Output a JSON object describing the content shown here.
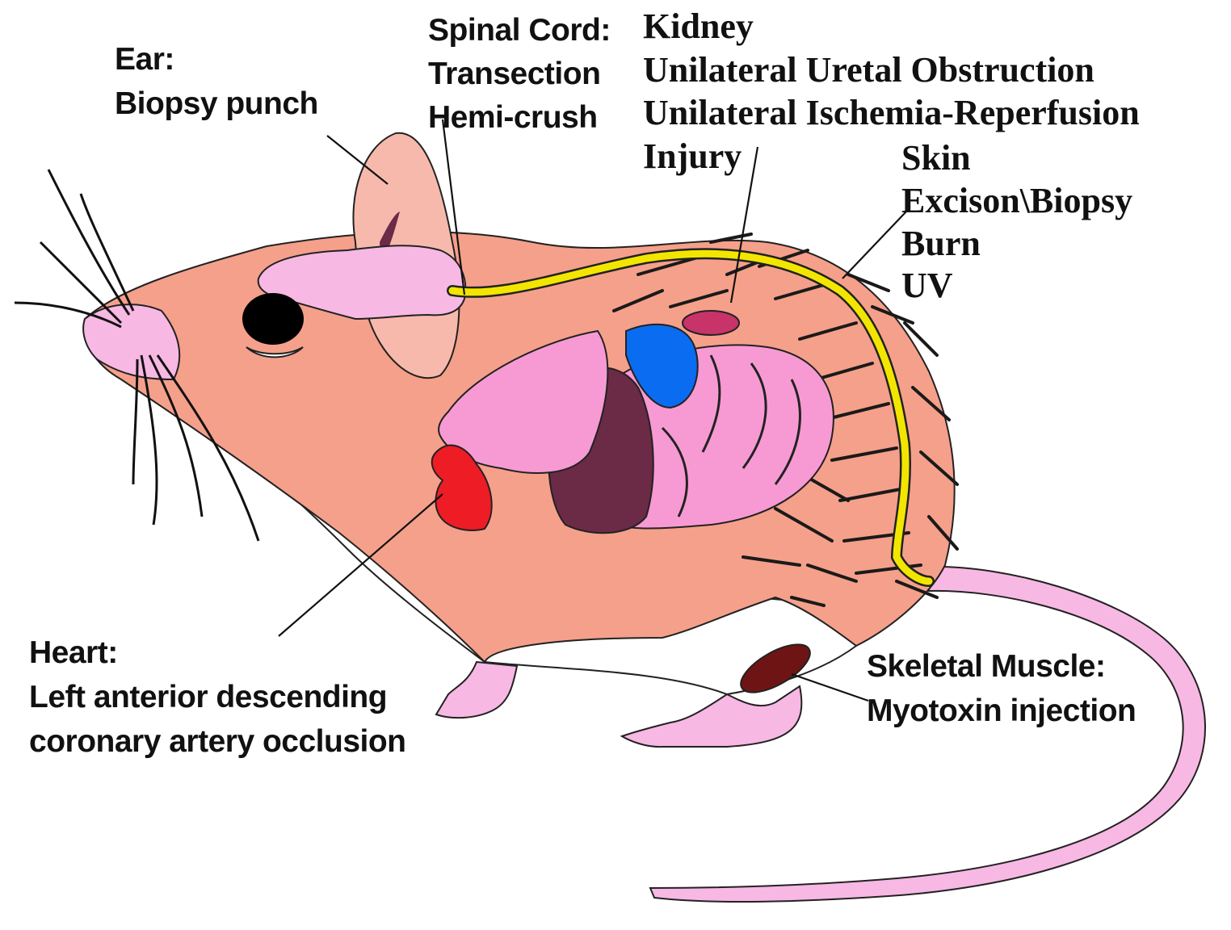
{
  "labels": {
    "ear": {
      "title": "Ear:",
      "lines": [
        "Biopsy punch"
      ]
    },
    "spinal_cord": {
      "title": "Spinal Cord:",
      "lines": [
        "Transection",
        "Hemi-crush"
      ]
    },
    "kidney": {
      "title": "Kidney",
      "lines": [
        "Unilateral Uretal Obstruction",
        "Unilateral Ischemia-Reperfusion",
        "Injury"
      ]
    },
    "skin": {
      "title": "Skin",
      "lines": [
        "Excison\\Biopsy",
        "Burn",
        "UV"
      ]
    },
    "heart": {
      "title": "Heart:",
      "lines": [
        "Left anterior descending",
        "coronary artery occlusion"
      ]
    },
    "skeletal_muscle": {
      "title": "Skeletal Muscle:",
      "lines": [
        "Myotoxin injection"
      ]
    }
  },
  "colors": {
    "body": "#f5a08a",
    "belly": "#ffffff",
    "pink": "#f7b8e4",
    "ear": "#f8b9ad",
    "heart": "#ee1c24",
    "liver": "#6b2a46",
    "stomach": "#0a6cf0",
    "kidney": "#c8336a",
    "intestine": "#f79ad3",
    "spinal_cord": "#f2e600",
    "muscle": "#6e1414",
    "fur": "#1a1a1a"
  }
}
